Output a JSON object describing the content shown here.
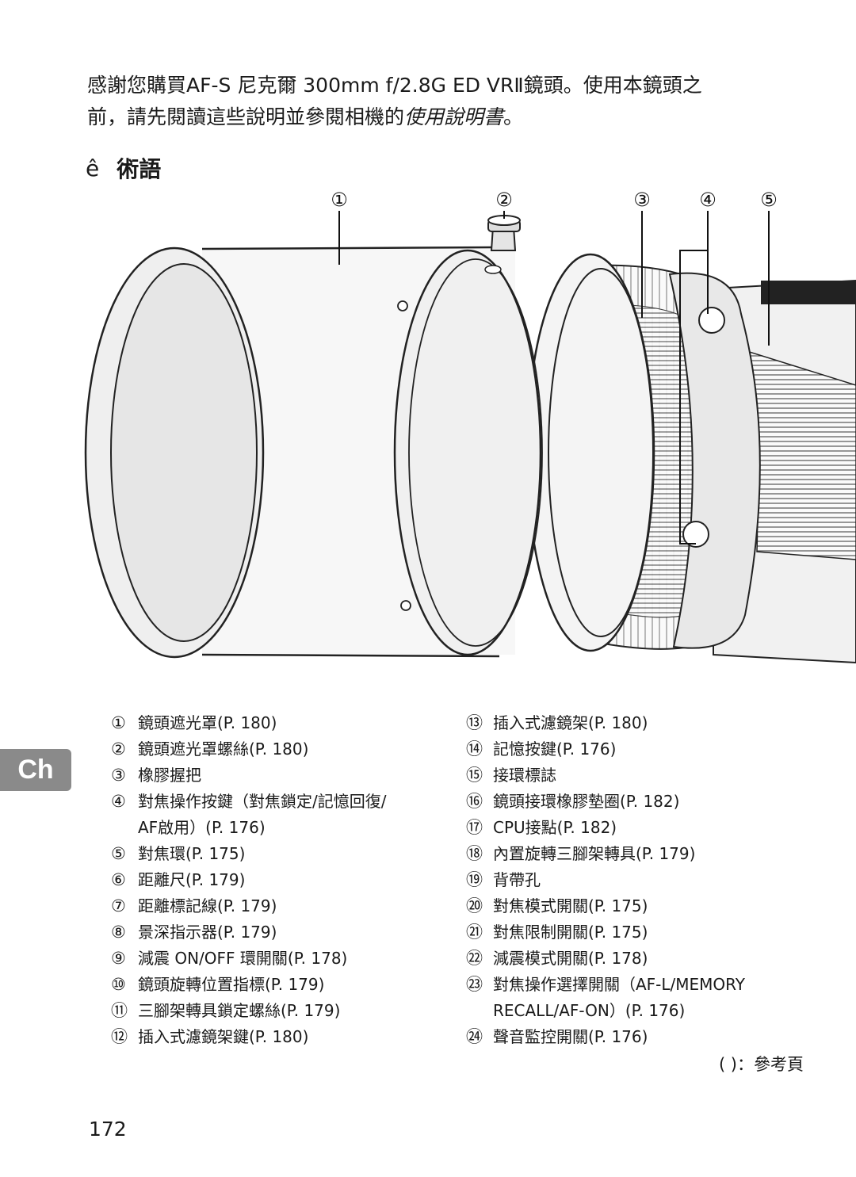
{
  "intro": {
    "line1": "感謝您購買AF-S 尼克爾 300mm f/2.8G ED VRⅡ鏡頭。使用本鏡頭之",
    "line2_prefix": "前，請先閱讀這些說明並參閱相機的",
    "line2_italic": "使用說明書",
    "line2_suffix": "。"
  },
  "heading": {
    "mark": "ê",
    "title": "術語"
  },
  "callouts": [
    "①",
    "②",
    "③",
    "④",
    "⑤"
  ],
  "side_tab": "Ch",
  "parts_left": [
    {
      "num": "①",
      "text": "鏡頭遮光罩(P. 180)"
    },
    {
      "num": "②",
      "text": "鏡頭遮光罩螺絲(P. 180)"
    },
    {
      "num": "③",
      "text": "橡膠握把"
    },
    {
      "num": "④",
      "text": "對焦操作按鍵（對焦鎖定/記憶回復/"
    },
    {
      "num": "",
      "text": "AF啟用）(P. 176)"
    },
    {
      "num": "⑤",
      "text": "對焦環(P. 175)"
    },
    {
      "num": "⑥",
      "text": "距離尺(P. 179)"
    },
    {
      "num": "⑦",
      "text": "距離標記線(P. 179)"
    },
    {
      "num": "⑧",
      "text": "景深指示器(P. 179)"
    },
    {
      "num": "⑨",
      "text": "減震 ON/OFF 環開關(P. 178)"
    },
    {
      "num": "⑩",
      "text": "鏡頭旋轉位置指標(P. 179)"
    },
    {
      "num": "⑪",
      "text": "三腳架轉具鎖定螺絲(P. 179)"
    },
    {
      "num": "⑫",
      "text": "插入式濾鏡架鍵(P. 180)"
    }
  ],
  "parts_right": [
    {
      "num": "⑬",
      "text": "插入式濾鏡架(P. 180)"
    },
    {
      "num": "⑭",
      "text": "記憶按鍵(P. 176)"
    },
    {
      "num": "⑮",
      "text": "接環標誌"
    },
    {
      "num": "⑯",
      "text": "鏡頭接環橡膠墊圈(P. 182)"
    },
    {
      "num": "⑰",
      "text": "CPU接點(P. 182)"
    },
    {
      "num": "⑱",
      "text": "內置旋轉三腳架轉具(P. 179)"
    },
    {
      "num": "⑲",
      "text": "背帶孔"
    },
    {
      "num": "⑳",
      "text": "對焦模式開關(P. 175)"
    },
    {
      "num": "㉑",
      "text": "對焦限制開關(P. 175)"
    },
    {
      "num": "㉒",
      "text": "減震模式開關(P. 178)"
    },
    {
      "num": "㉓",
      "text": "對焦操作選擇開關（AF-L/MEMORY"
    },
    {
      "num": "",
      "text": "RECALL/AF-ON）(P. 176)"
    },
    {
      "num": "㉔",
      "text": "聲音監控開關(P. 176)"
    }
  ],
  "legend_note": "( )：參考頁",
  "page_number": "172"
}
